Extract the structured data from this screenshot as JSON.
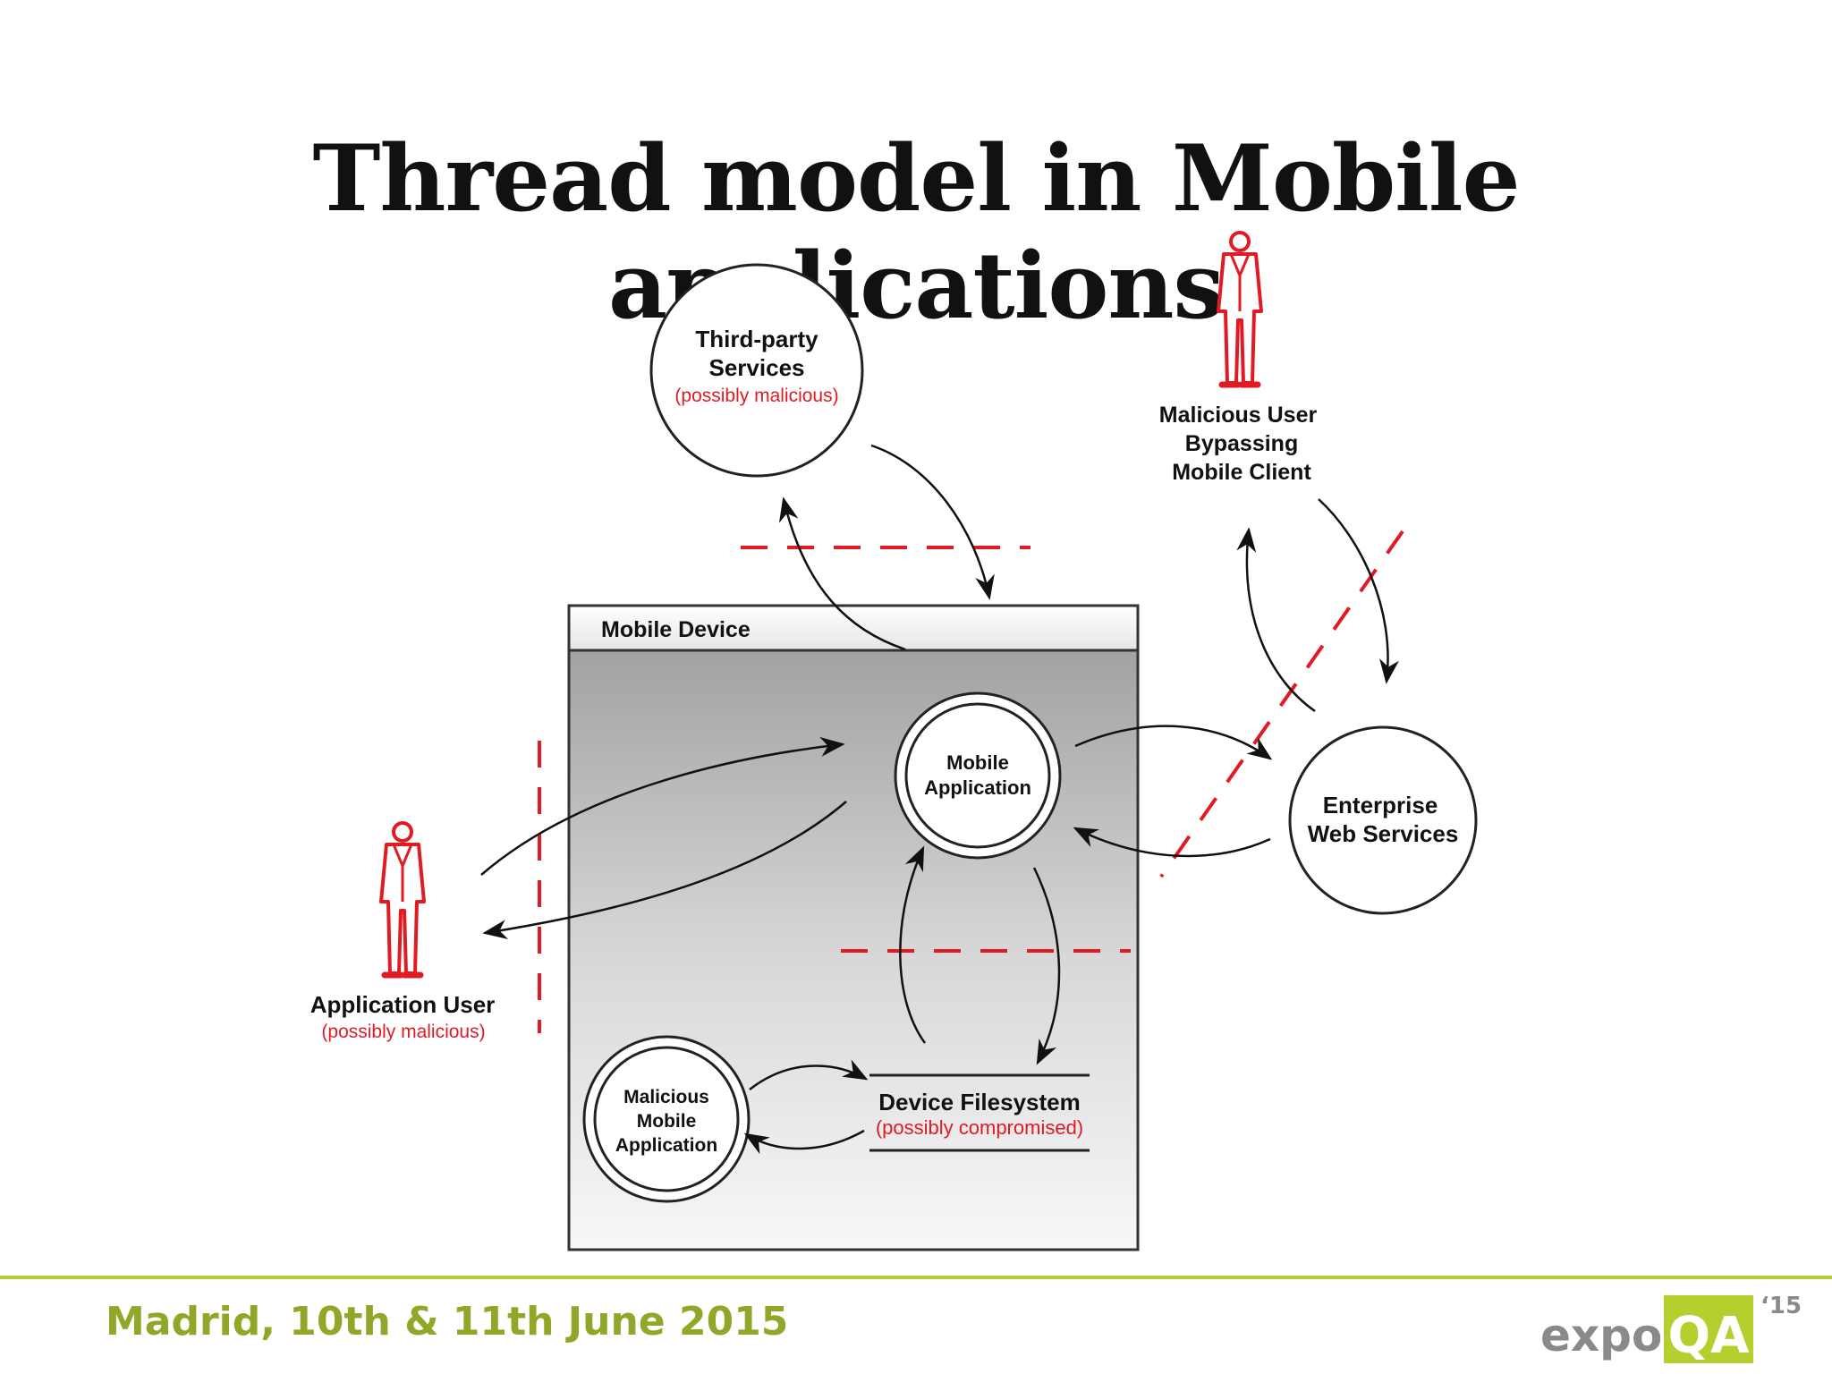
{
  "slide": {
    "title": "Thread model in Mobile applications"
  },
  "diagram": {
    "third_party": {
      "line1": "Third-party",
      "line2": "Services",
      "note": "(possibly malicious)"
    },
    "malicious_user": {
      "line1": "Malicious User",
      "line2": "Bypassing",
      "line3": "Mobile Client"
    },
    "device": {
      "title": "Mobile Device"
    },
    "mobile_app": {
      "line1": "Mobile",
      "line2": "Application"
    },
    "enterprise": {
      "line1": "Enterprise",
      "line2": "Web Services"
    },
    "app_user": {
      "line1": "Application User",
      "note": "(possibly malicious)"
    },
    "malicious_app": {
      "line1": "Malicious",
      "line2": "Mobile",
      "line3": "Application"
    },
    "filesystem": {
      "line1": "Device Filesystem",
      "note": "(possibly compromised)"
    }
  },
  "footer": {
    "event": "Madrid, 10th & 11th June 2015",
    "logo_word": "expo",
    "logo_mark": "QA",
    "logo_year": "‘15"
  },
  "colors": {
    "threat_red": "#e01b24",
    "accent_green": "#b5cf2f",
    "footer_green": "#8fa82a",
    "logo_gray": "#8a8a8a"
  }
}
